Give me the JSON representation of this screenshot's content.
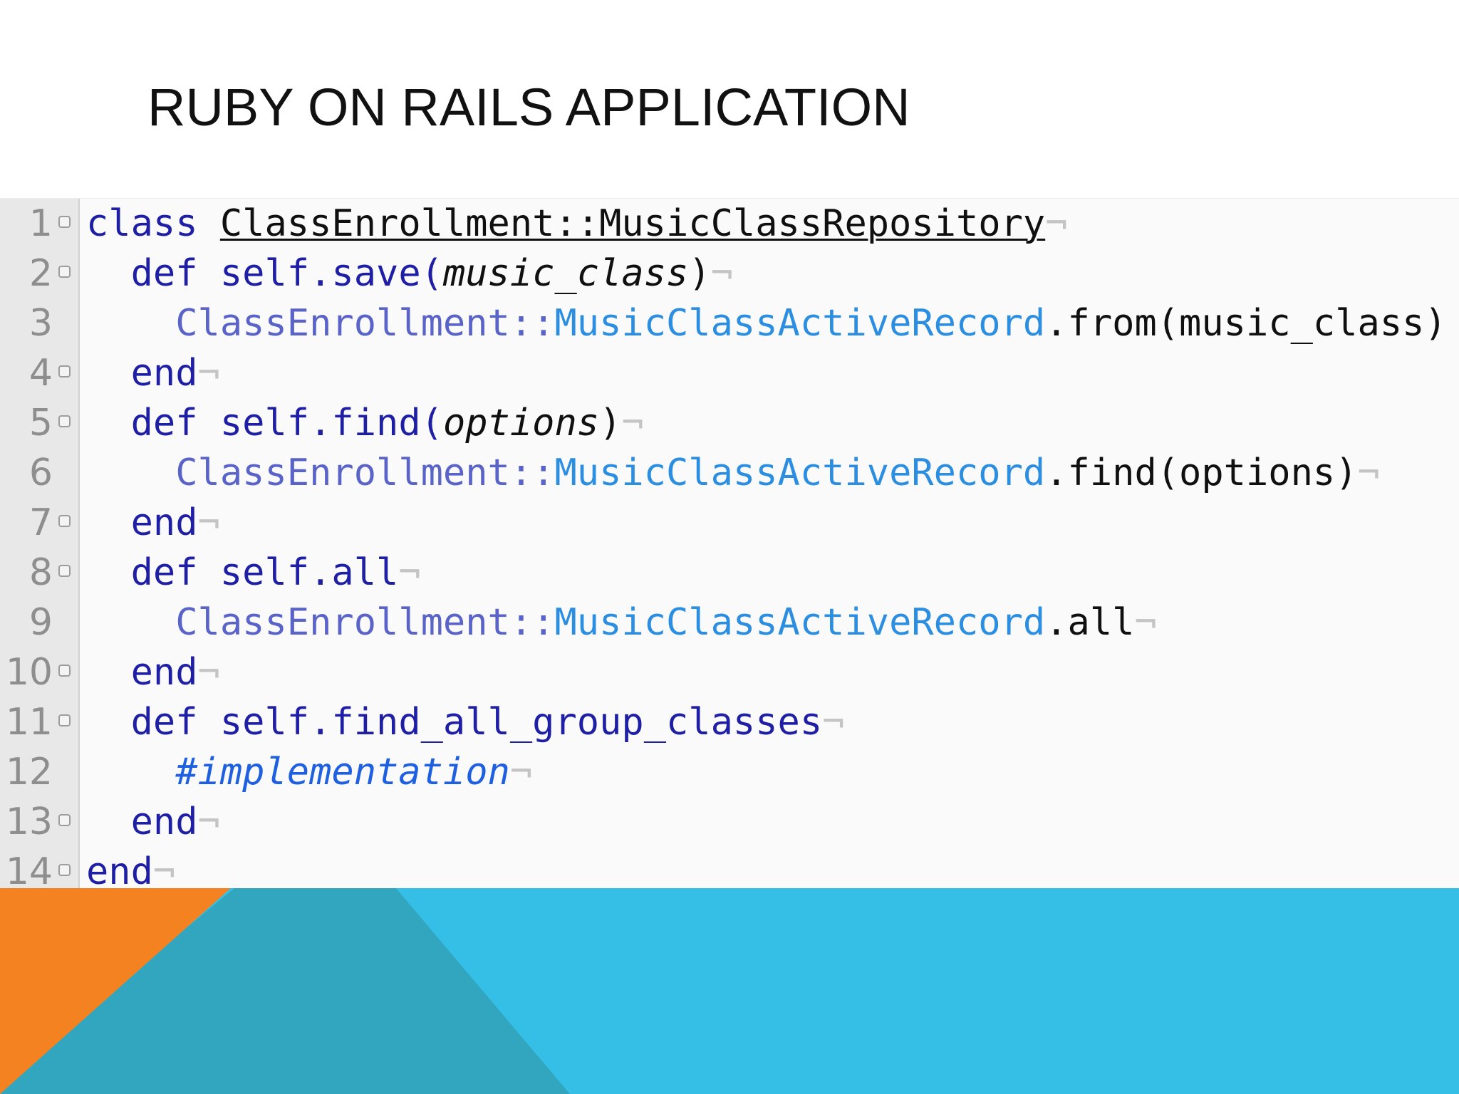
{
  "slide": {
    "title": "RUBY ON RAILS APPLICATION",
    "colors": {
      "orange": "#f58220",
      "blue": "#35bfe6",
      "teal": "#32a6bf",
      "code_background": "#fafafa",
      "gutter": "#e8e8e8"
    }
  },
  "code": {
    "fold_marker": "fold-icon",
    "eol_marker": "¬",
    "lines": [
      {
        "number": "1",
        "tokens": [
          "class",
          "ClassEnrollment::MusicClassRepository"
        ]
      },
      {
        "number": "2",
        "tokens": [
          "def",
          "self",
          ".save(",
          "music_class",
          ")"
        ]
      },
      {
        "number": "3",
        "tokens": [
          "ClassEnrollment",
          "::",
          "MusicClassActiveRecord",
          ".from(music_class)"
        ]
      },
      {
        "number": "4",
        "tokens": [
          "end"
        ]
      },
      {
        "number": "5",
        "tokens": [
          "def",
          "self",
          ".find(",
          "options",
          ")"
        ]
      },
      {
        "number": "6",
        "tokens": [
          "ClassEnrollment",
          "::",
          "MusicClassActiveRecord",
          ".find(options)"
        ]
      },
      {
        "number": "7",
        "tokens": [
          "end"
        ]
      },
      {
        "number": "8",
        "tokens": [
          "def",
          "self",
          ".all"
        ]
      },
      {
        "number": "9",
        "tokens": [
          "ClassEnrollment",
          "::",
          "MusicClassActiveRecord",
          ".all"
        ]
      },
      {
        "number": "10",
        "tokens": [
          "end"
        ]
      },
      {
        "number": "11",
        "tokens": [
          "def",
          "self",
          ".find_all_group_classes"
        ]
      },
      {
        "number": "12",
        "tokens": [
          "#implementation"
        ]
      },
      {
        "number": "13",
        "tokens": [
          "end"
        ]
      },
      {
        "number": "14",
        "tokens": [
          "end"
        ]
      }
    ]
  }
}
